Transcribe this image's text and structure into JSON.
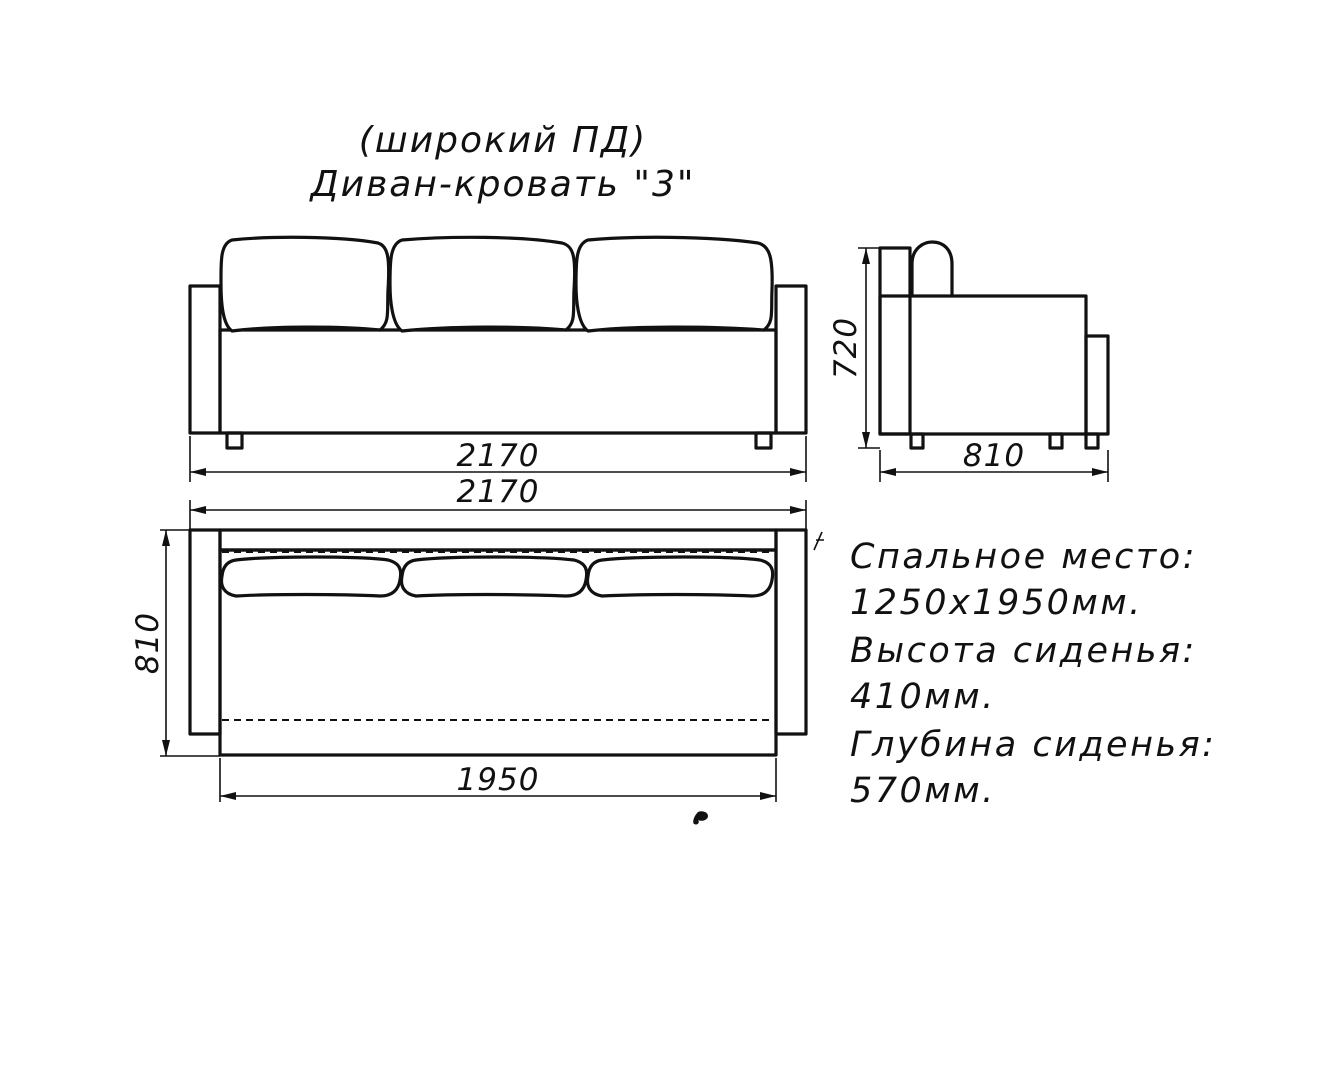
{
  "title": {
    "line1": "(широкий ПД)",
    "line2": "Диван-кровать \"3\""
  },
  "dimensions": {
    "front_width": "2170",
    "side_height": "720",
    "side_depth": "810",
    "top_width": "2170",
    "top_depth": "810",
    "bed_length": "1950"
  },
  "specs": [
    "Спальное место:",
    "1250х1950мм.",
    "Высота сиденья:",
    "410мм.",
    "Глубина сиденья:",
    "570мм."
  ]
}
